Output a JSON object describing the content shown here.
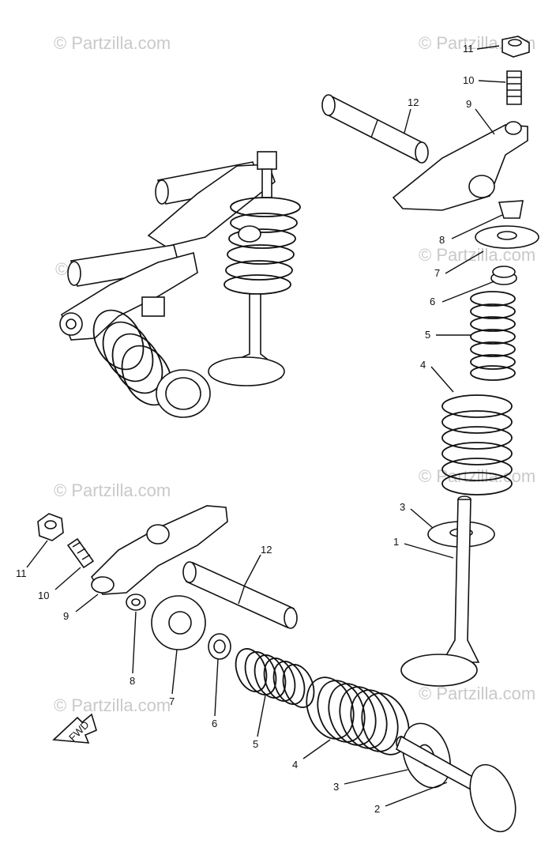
{
  "watermark": "© Partzilla.com",
  "fwd_label": "FWD",
  "callouts": {
    "right": [
      "11",
      "10",
      "12",
      "9",
      "8",
      "7",
      "6",
      "5",
      "4",
      "3",
      "1"
    ],
    "left": [
      "12",
      "11",
      "10",
      "9",
      "8",
      "7",
      "6",
      "5",
      "4",
      "3",
      "2"
    ]
  },
  "colors": {
    "ink": "#111111",
    "watermark": "#c9c9c9",
    "background": "#ffffff"
  }
}
